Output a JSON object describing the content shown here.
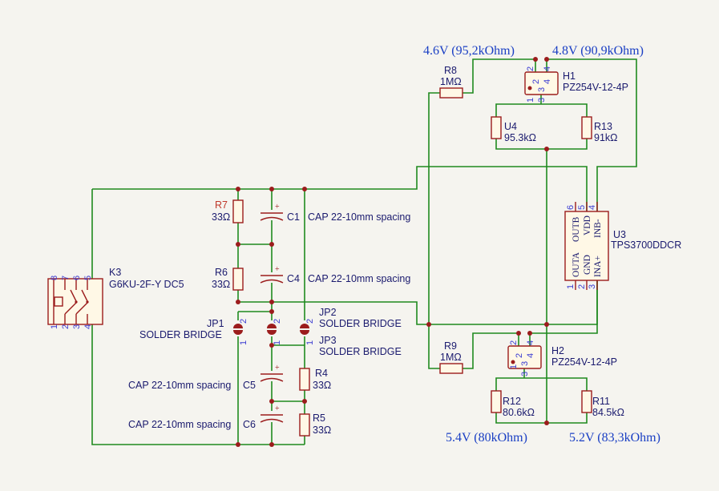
{
  "net_labels": {
    "top_left": "4.6V (95,2kOhm)",
    "top_right": "4.8V (90,9kOhm)",
    "bottom_left": "5.4V (80kOhm)",
    "bottom_right": "5.2V (83,3kOhm)"
  },
  "components": {
    "R7": {
      "ref": "R7",
      "value": "33Ω"
    },
    "R6": {
      "ref": "R6",
      "value": "33Ω"
    },
    "C1": {
      "ref": "C1",
      "value": "CAP 22-10mm spacing"
    },
    "C4": {
      "ref": "C4",
      "value": "CAP 22-10mm spacing"
    },
    "K3": {
      "ref": "K3",
      "value": "G6KU-2F-Y DC5"
    },
    "JP1": {
      "ref": "JP1",
      "value": "SOLDER BRIDGE"
    },
    "JP2": {
      "ref": "JP2",
      "value": "SOLDER BRIDGE"
    },
    "JP3": {
      "ref": "JP3",
      "value": "SOLDER BRIDGE"
    },
    "C5": {
      "ref": "C5",
      "value": "CAP 22-10mm spacing"
    },
    "C6": {
      "ref": "C6",
      "value": "CAP 22-10mm spacing"
    },
    "R4": {
      "ref": "R4",
      "value": "33Ω"
    },
    "R5": {
      "ref": "R5",
      "value": "33Ω"
    },
    "R8": {
      "ref": "R8",
      "value": "1MΩ"
    },
    "R9": {
      "ref": "R9",
      "value": "1MΩ"
    },
    "H1": {
      "ref": "H1",
      "value": "PZ254V-12-4P"
    },
    "H2": {
      "ref": "H2",
      "value": "PZ254V-12-4P"
    },
    "U4": {
      "ref": "U4",
      "value": "95.3kΩ"
    },
    "R13": {
      "ref": "R13",
      "value": "91kΩ"
    },
    "R12": {
      "ref": "R12",
      "value": "80.6kΩ"
    },
    "R11": {
      "ref": "R11",
      "value": "84.5kΩ"
    },
    "U3": {
      "ref": "U3",
      "value": "TPS3700DDCR"
    }
  },
  "u3_pins": {
    "top": [
      "OUTB",
      "VDD",
      "INB-"
    ],
    "bottom": [
      "OUTA",
      "GND",
      "INA+"
    ],
    "top_nums": [
      "6",
      "5",
      "4"
    ],
    "bottom_nums": [
      "1",
      "2",
      "3"
    ]
  },
  "k3_pins": {
    "top": [
      "8",
      "7",
      "6",
      "5"
    ],
    "bottom": [
      "1",
      "2",
      "3",
      "4"
    ]
  },
  "header_pins": [
    "1",
    "2",
    "3",
    "4"
  ],
  "jumper_pins": [
    "1",
    "2"
  ],
  "colors": {
    "wire": "#1f8a1f",
    "component": "#9b1c1c",
    "text": "#1a1a6e",
    "pin": "#3b3bd1",
    "net_label": "#1a3fc4",
    "ref_highlight": "#c0392b"
  }
}
